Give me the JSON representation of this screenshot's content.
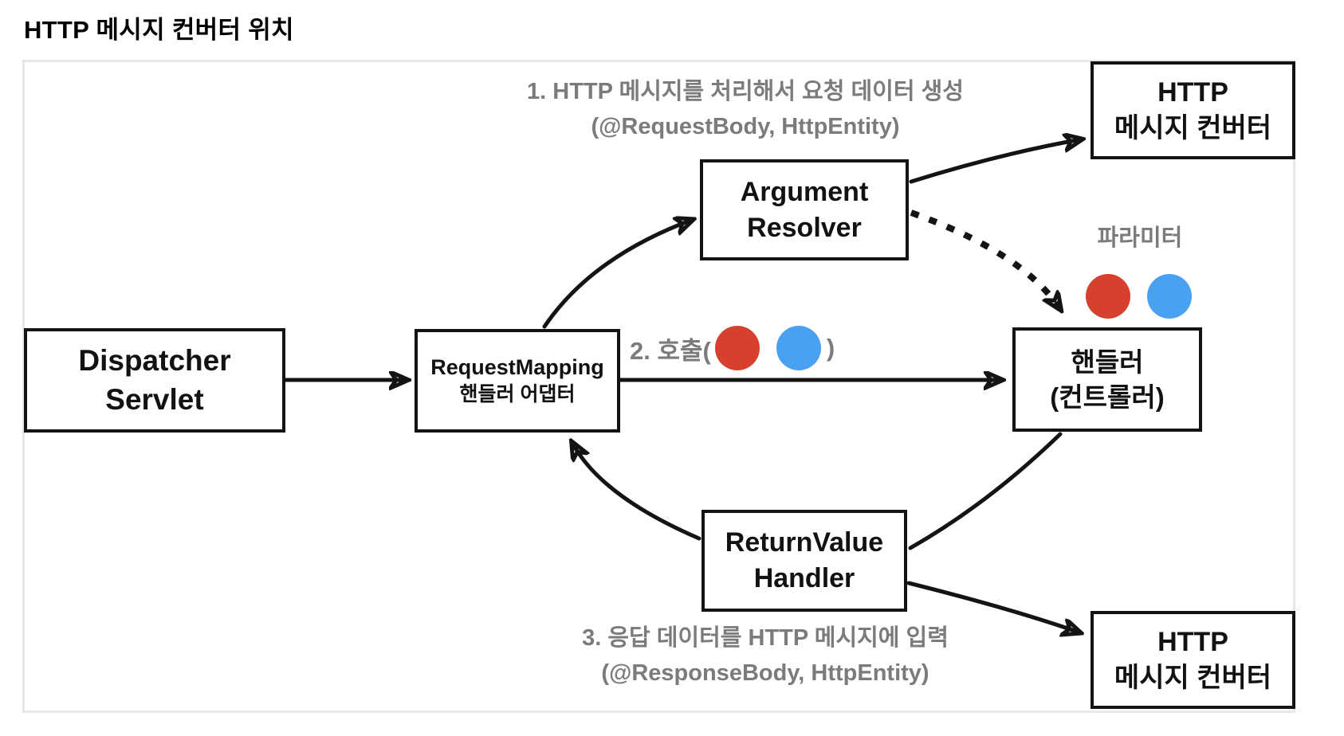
{
  "title": "HTTP 메시지 컨버터 위치",
  "colors": {
    "red": "#d7402d",
    "blue": "#4ba1f1",
    "gray_text": "#7b7b7b",
    "frame_border": "#e7e7e8"
  },
  "boxes": {
    "dispatcher": {
      "line1": "Dispatcher",
      "line2": "Servlet"
    },
    "request_mapping": {
      "line1": "RequestMapping",
      "line2": "핸들러 어댑터"
    },
    "argument_resolver": {
      "line1": "Argument",
      "line2": "Resolver"
    },
    "http_converter_top": {
      "line1": "HTTP",
      "line2": "메시지 컨버터"
    },
    "handler": {
      "line1": "핸들러",
      "line2": "(컨트롤러)"
    },
    "return_value_handler": {
      "line1": "ReturnValue",
      "line2": "Handler"
    },
    "http_converter_bottom": {
      "line1": "HTTP",
      "line2": "메시지 컨버터"
    }
  },
  "labels": {
    "step1_line1": "1. HTTP 메시지를 처리해서 요청 데이터 생성",
    "step1_line2": "(@RequestBody, HttpEntity)",
    "step2_prefix": "2. 호출(",
    "step2_suffix": ")",
    "parameter": "파라미터",
    "step3_line1": "3. 응답 데이터를 HTTP 메시지에 입력",
    "step3_line2": "(@ResponseBody, HttpEntity)"
  },
  "legend": {
    "red_dot_meaning": "parameter",
    "blue_dot_meaning": "parameter"
  }
}
